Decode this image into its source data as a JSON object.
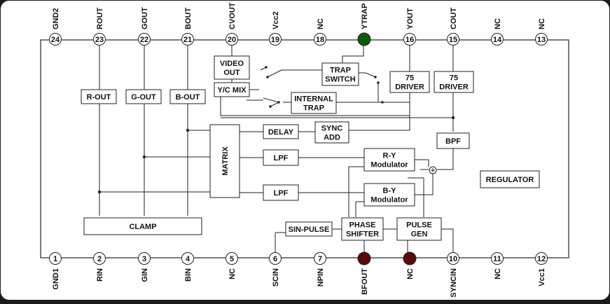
{
  "diagram": {
    "top_pins": [
      {
        "num": "24",
        "label": "GND2"
      },
      {
        "num": "23",
        "label": "ROUT"
      },
      {
        "num": "22",
        "label": "GOUT"
      },
      {
        "num": "21",
        "label": "BOUT"
      },
      {
        "num": "20",
        "label": "CVOUT"
      },
      {
        "num": "19",
        "label": "Vcc2"
      },
      {
        "num": "18",
        "label": "NC"
      },
      {
        "num": "",
        "label": "YTRAP",
        "marker": "#0a5a0a"
      },
      {
        "num": "16",
        "label": "YOUT"
      },
      {
        "num": "15",
        "label": "COUT"
      },
      {
        "num": "14",
        "label": "NC"
      },
      {
        "num": "13",
        "label": "NC"
      }
    ],
    "bottom_pins": [
      {
        "num": "1",
        "label": "GND1"
      },
      {
        "num": "2",
        "label": "RIN"
      },
      {
        "num": "3",
        "label": "GIN"
      },
      {
        "num": "4",
        "label": "BIN"
      },
      {
        "num": "5",
        "label": "NC"
      },
      {
        "num": "6",
        "label": "SCIN"
      },
      {
        "num": "7",
        "label": "NPIN"
      },
      {
        "num": "",
        "label": "BFOUT",
        "marker": "#5a0a0a"
      },
      {
        "num": "",
        "label": "NC",
        "marker": "#5a0a0a"
      },
      {
        "num": "10",
        "label": "SYNCIN"
      },
      {
        "num": "11",
        "label": "NC"
      },
      {
        "num": "12",
        "label": "Vcc1"
      }
    ],
    "blocks": {
      "video_out": [
        "VIDEO",
        "OUT"
      ],
      "yc_mix": [
        "Y/C MIX"
      ],
      "trap_switch": [
        "TRAP",
        "SWITCH"
      ],
      "driver_75_a": [
        "75",
        "DRIVER"
      ],
      "driver_75_b": [
        "75",
        "DRIVER"
      ],
      "r_out": [
        "R-OUT"
      ],
      "g_out": [
        "G-OUT"
      ],
      "b_out": [
        "B-OUT"
      ],
      "internal_trap": [
        "INTERNAL",
        "TRAP"
      ],
      "delay": [
        "DELAY"
      ],
      "sync_add": [
        "SYNC",
        "ADD"
      ],
      "matrix": [
        "MATRIX"
      ],
      "bpf": [
        "BPF"
      ],
      "lpf_top": [
        "LPF"
      ],
      "lpf_bottom": [
        "LPF"
      ],
      "ry_mod": [
        "R-Y",
        "Modulator"
      ],
      "by_mod": [
        "B-Y",
        "Modulator"
      ],
      "regulator": [
        "REGULATOR"
      ],
      "clamp": [
        "CLAMP"
      ],
      "sin_pulse": [
        "SIN-PULSE"
      ],
      "phase_shifter": [
        "PHASE",
        "SHIFTER"
      ],
      "pulse_gen": [
        "PULSE",
        "GEN"
      ]
    }
  }
}
